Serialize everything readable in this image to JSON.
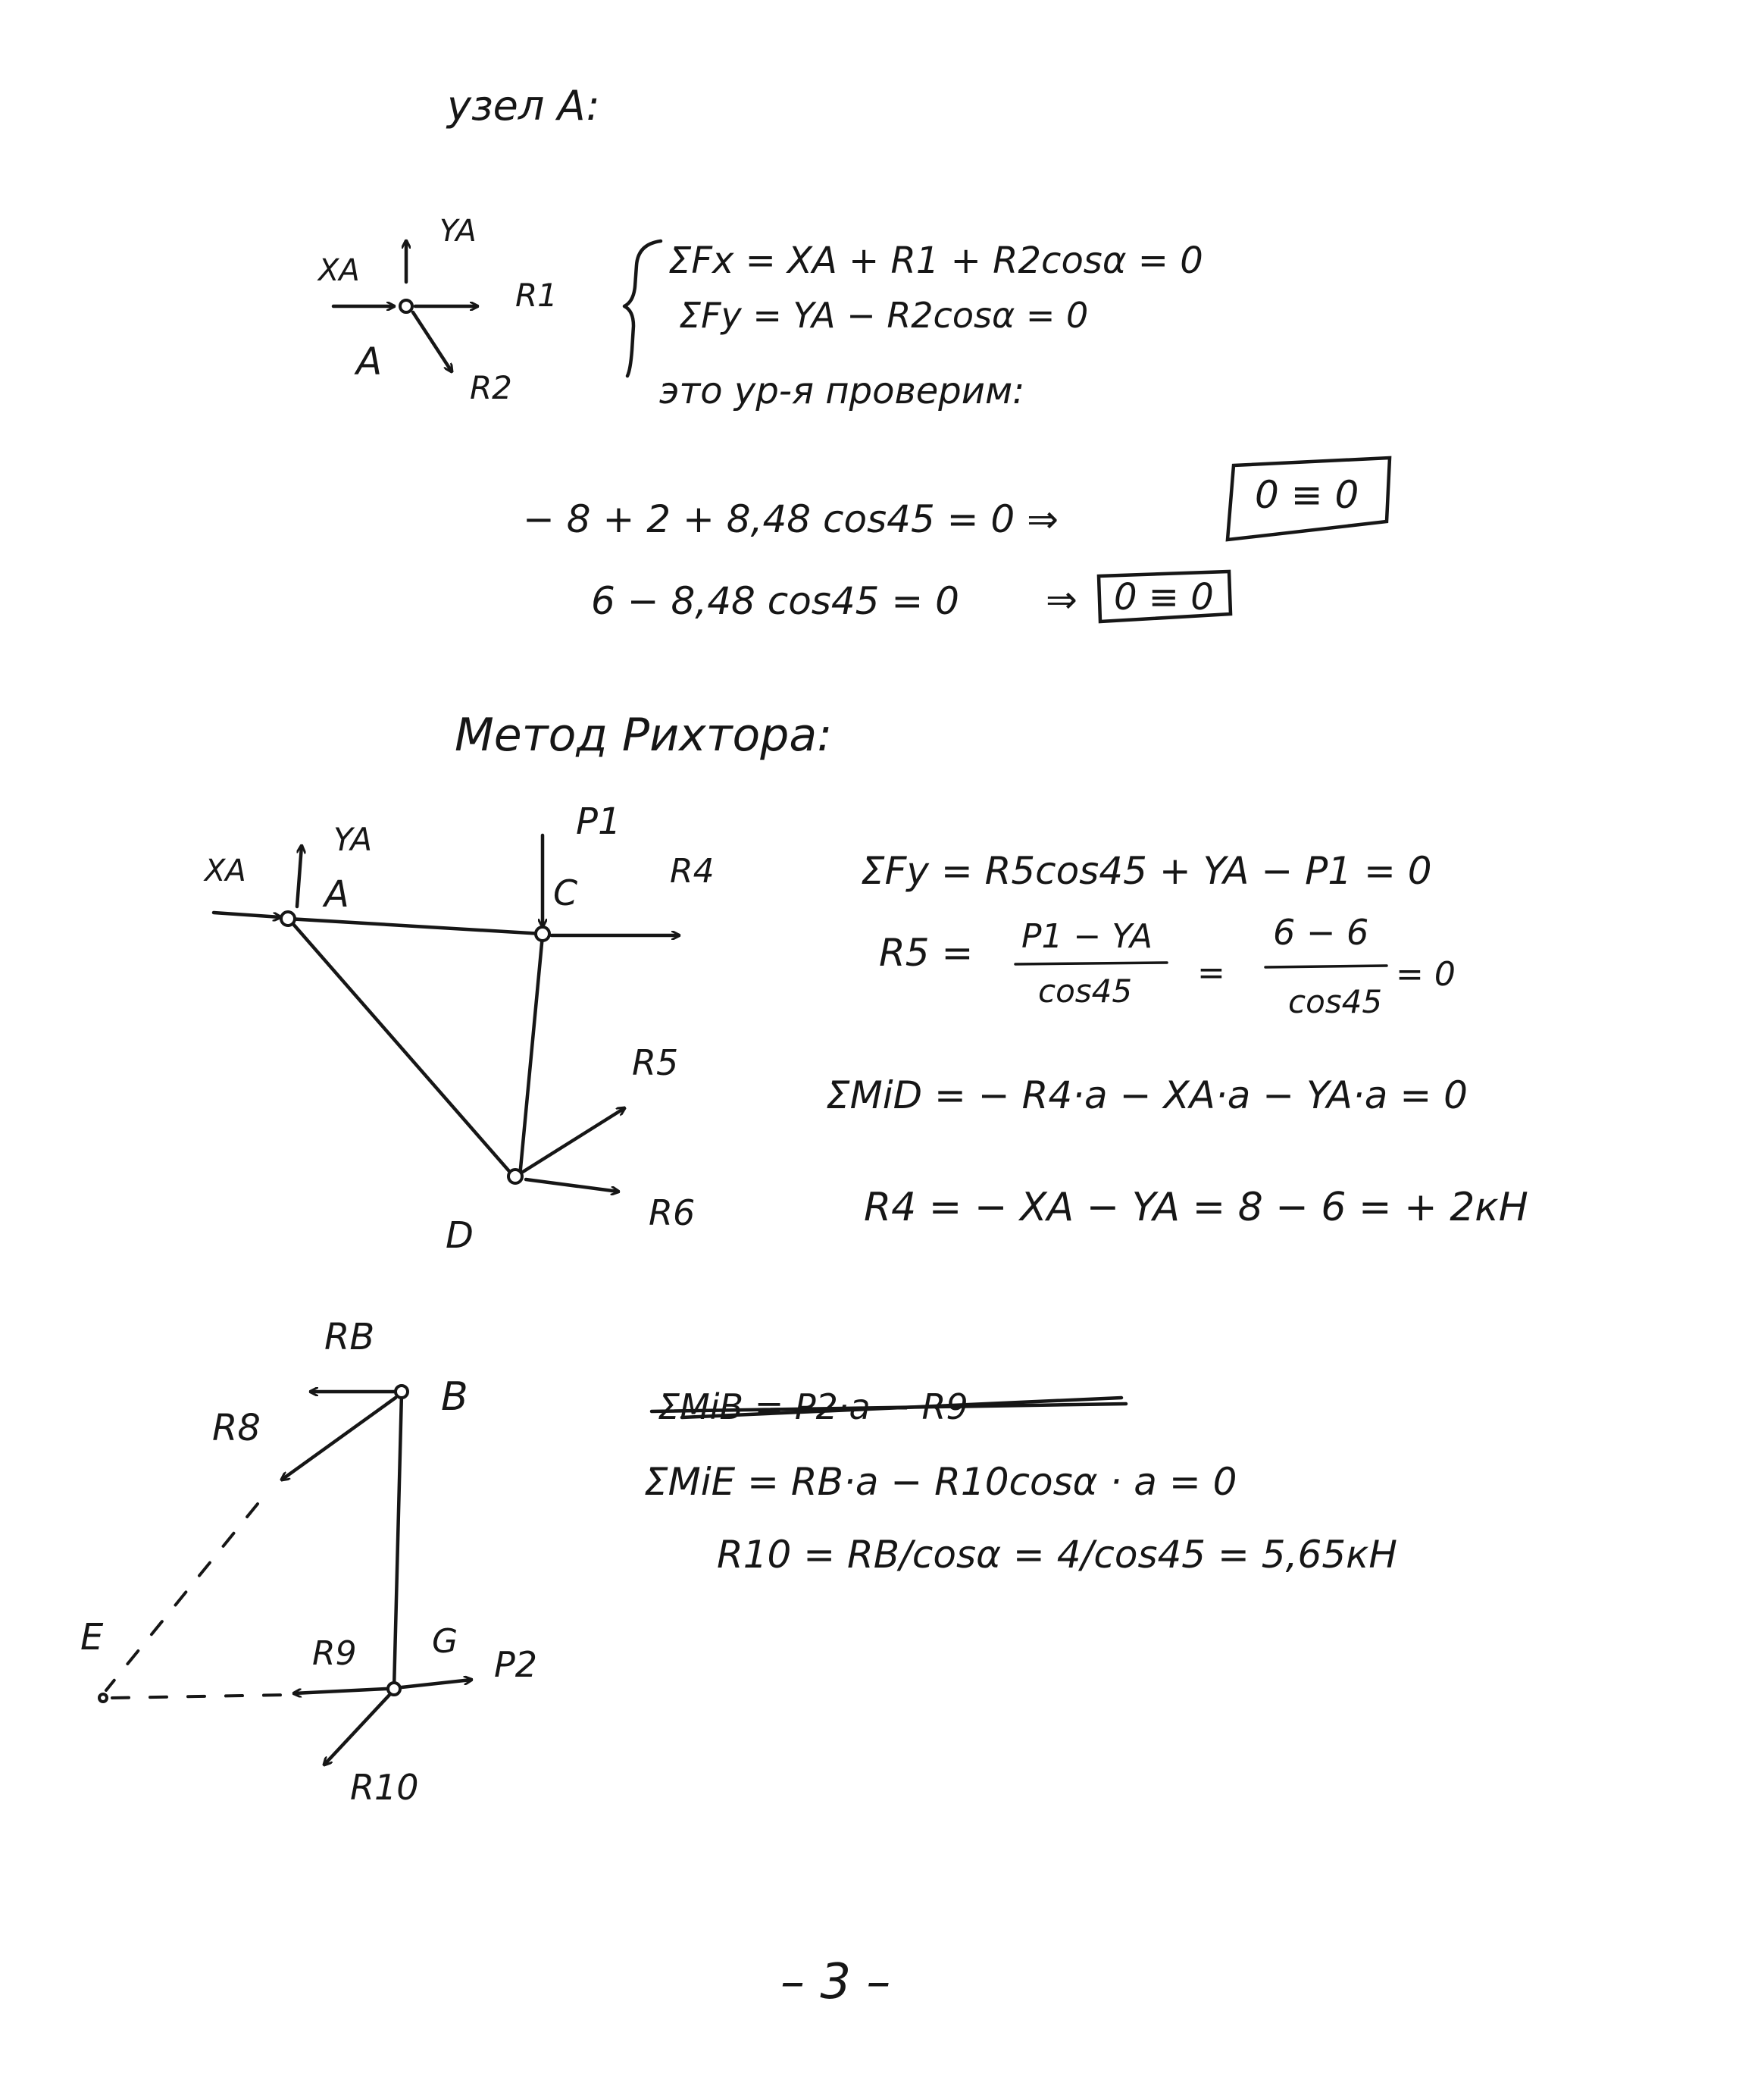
{
  "sections": {
    "node_a_title": "узел A:",
    "richter_title": "Метод Рихтора:"
  },
  "diagram1": {
    "labels": {
      "xa": "XA",
      "ya": "YA",
      "a": "A",
      "r1": "R1",
      "r2": "R2"
    }
  },
  "system": {
    "eq1": "ΣFx = XA + R1 + R2cosα = 0",
    "eq2": "ΣFy = YA − R2cosα = 0",
    "check_caption": "это ур-я проверим:",
    "check1": "− 8 + 2 + 8,48 cos45 = 0 ⇒",
    "check1_result": "0 ≡ 0",
    "check2": "6 − 8,48 cos45 = 0",
    "check2_arrow": "⇒",
    "check2_result": "0 ≡ 0"
  },
  "diagram2": {
    "labels": {
      "xa": "XA",
      "ya": "YA",
      "a": "A",
      "p1": "P1",
      "c": "C",
      "r4": "R4",
      "r5": "R5",
      "r6": "R6",
      "d": "D"
    }
  },
  "richter_eqs": {
    "eq1": "ΣFy = R5cos45 + YA − P1 = 0",
    "r5_lhs": "R5 =",
    "frac1_num": "P1 − YA",
    "frac1_den": "cos45",
    "eq_sign": "=",
    "frac2_num": "6 − 6",
    "frac2_den": "cos45",
    "frac2_tail": "= 0",
    "eq2": "ΣMiD = − R4·a − XA·a − YA·a = 0",
    "eq3": "R4 = − XA − YA = 8 − 6 = + 2кН"
  },
  "diagram3": {
    "labels": {
      "rb": "RB",
      "b": "B",
      "r8": "R8",
      "e": "E",
      "r9": "R9",
      "g": "G",
      "p2": "P2",
      "r10": "R10"
    }
  },
  "moment_eqs": {
    "crossed": "ΣMiB = P2·a − R9",
    "eq1": "ΣMiE = RB·a − R10cosα · a = 0",
    "eq2": "R10 = RB/cosα = 4/cos45 = 5,65кН"
  },
  "page_number": "– 3 –"
}
